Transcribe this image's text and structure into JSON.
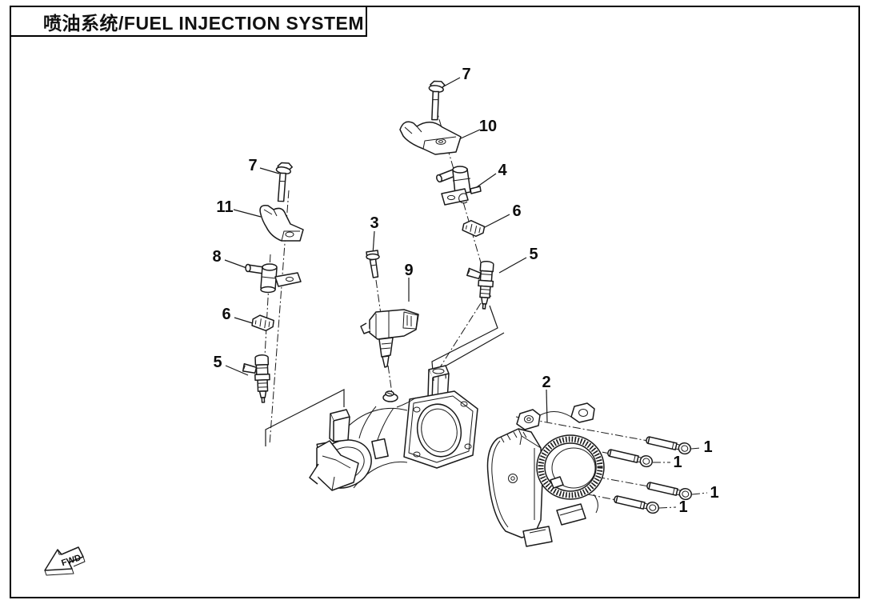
{
  "header": {
    "title": "喷油系统/FUEL INJECTION SYSTEM"
  },
  "footer": {
    "fwd": "FWD"
  },
  "colors": {
    "ink": "#111111",
    "paper": "#ffffff"
  },
  "callouts": [
    {
      "label": "7"
    },
    {
      "label": "10"
    },
    {
      "label": "4"
    },
    {
      "label": "6"
    },
    {
      "label": "5"
    },
    {
      "label": "7"
    },
    {
      "label": "11"
    },
    {
      "label": "8"
    },
    {
      "label": "6"
    },
    {
      "label": "5"
    },
    {
      "label": "3"
    },
    {
      "label": "9"
    },
    {
      "label": "2"
    },
    {
      "label": "1"
    },
    {
      "label": "1"
    },
    {
      "label": "1"
    },
    {
      "label": "1"
    }
  ]
}
